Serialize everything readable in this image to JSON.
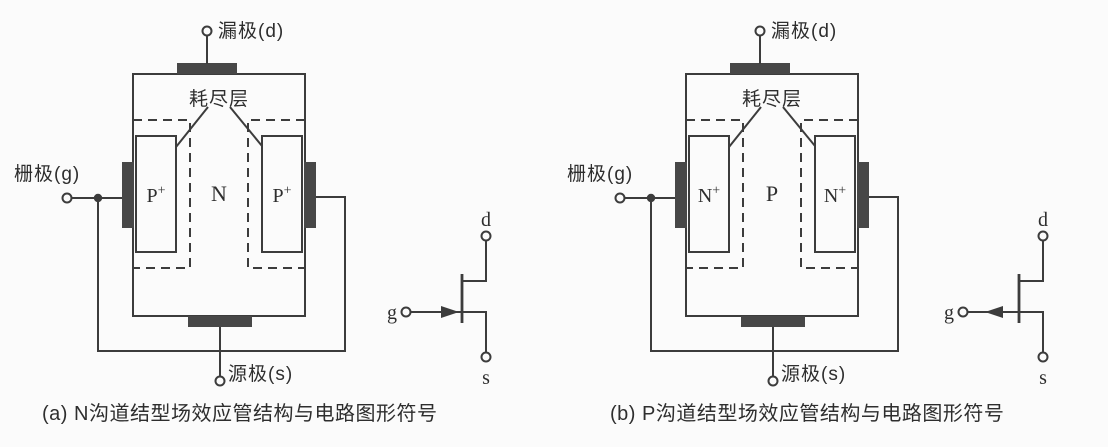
{
  "figure": {
    "diagram_a": {
      "drain_label": "漏极(d)",
      "depletion_label": "耗尽层",
      "gate_label": "栅极(g)",
      "source_label": "源极(s)",
      "gate_region": {
        "base": "P",
        "sup": "+"
      },
      "channel_label": "N",
      "caption": "(a) N沟道结型场效应管结构与电路图形符号",
      "symbol": {
        "drain": "d",
        "gate": "g",
        "source": "s"
      }
    },
    "diagram_b": {
      "drain_label": "漏极(d)",
      "depletion_label": "耗尽层",
      "gate_label": "栅极(g)",
      "source_label": "源极(s)",
      "gate_region": {
        "base": "N",
        "sup": "+"
      },
      "channel_label": "P",
      "caption": "(b) P沟道结型场效应管结构与电路图形符号",
      "symbol": {
        "drain": "d",
        "gate": "g",
        "source": "s"
      }
    }
  },
  "colors": {
    "line": "#3c3c3c",
    "electrode_fill": "#474747",
    "background": "#fbfbfb"
  }
}
